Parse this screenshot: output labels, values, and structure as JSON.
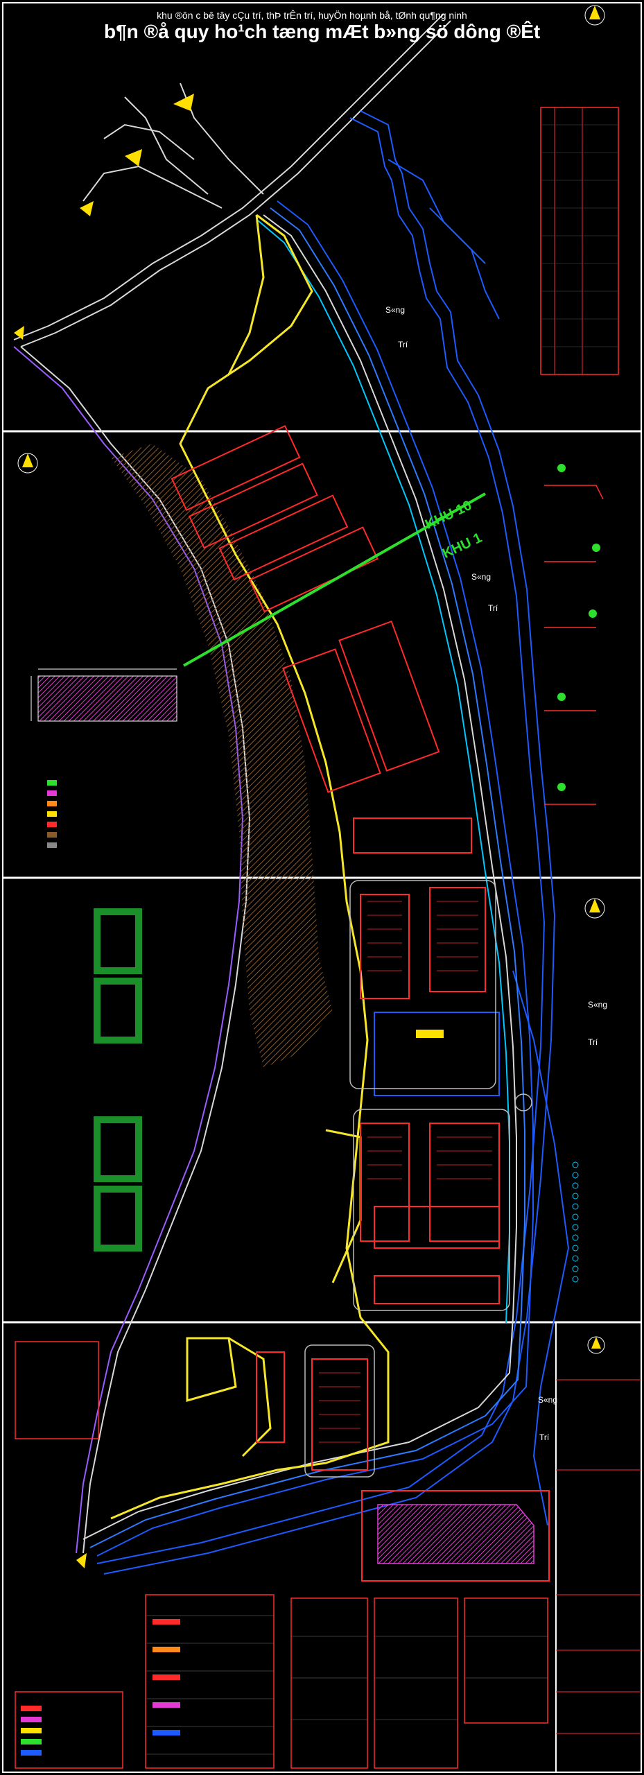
{
  "header": {
    "subtitle": "khu ®ôn c­ bê tây cÇu trí, thÞ trÊn trí, huyÖn hoµnh bå, tØnh qu¶ng ninh",
    "title": "b¶n ®å quy ho¹ch tæng mÆt b»ng sö dông ®Êt"
  },
  "zones": {
    "khu10": "KHU 10",
    "khu1": "KHU 1"
  },
  "road_label": {
    "line1": "S«ng",
    "line2": "Trí"
  },
  "colors": {
    "background": "#000000",
    "boundary": "#f5e62a",
    "river": "#1e5bff",
    "roads": "#d8d8d8",
    "plots": "#ff2a2a",
    "zone_line": "#2ee02e",
    "hatch": "#8a5a2a",
    "sheet_split": "#ffffff"
  },
  "icons": [
    "north-arrow-icon",
    "legend-swatch-icon",
    "tree-icon"
  ]
}
